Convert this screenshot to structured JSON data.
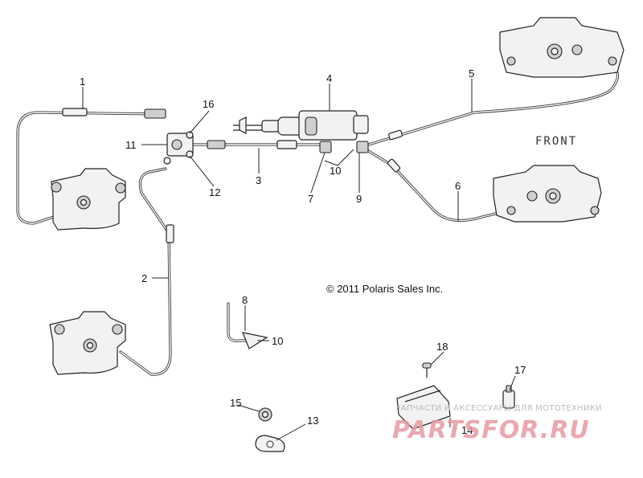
{
  "callouts": [
    "1",
    "2",
    "3",
    "4",
    "5",
    "6",
    "7",
    "8",
    "9",
    "10",
    "11",
    "12",
    "13",
    "14",
    "15",
    "16",
    "17",
    "18"
  ],
  "callout_10_second": "10",
  "front_label": "FRONT",
  "copyright": "© 2011 Polaris Sales Inc.",
  "watermark": {
    "tagline": "ЗАПЧАСТИ И АКСЕССУАРЫ ДЛЯ МОТОТЕХНИКИ",
    "brand": "PARTSFOR.RU",
    "color": "#e89aa3"
  }
}
